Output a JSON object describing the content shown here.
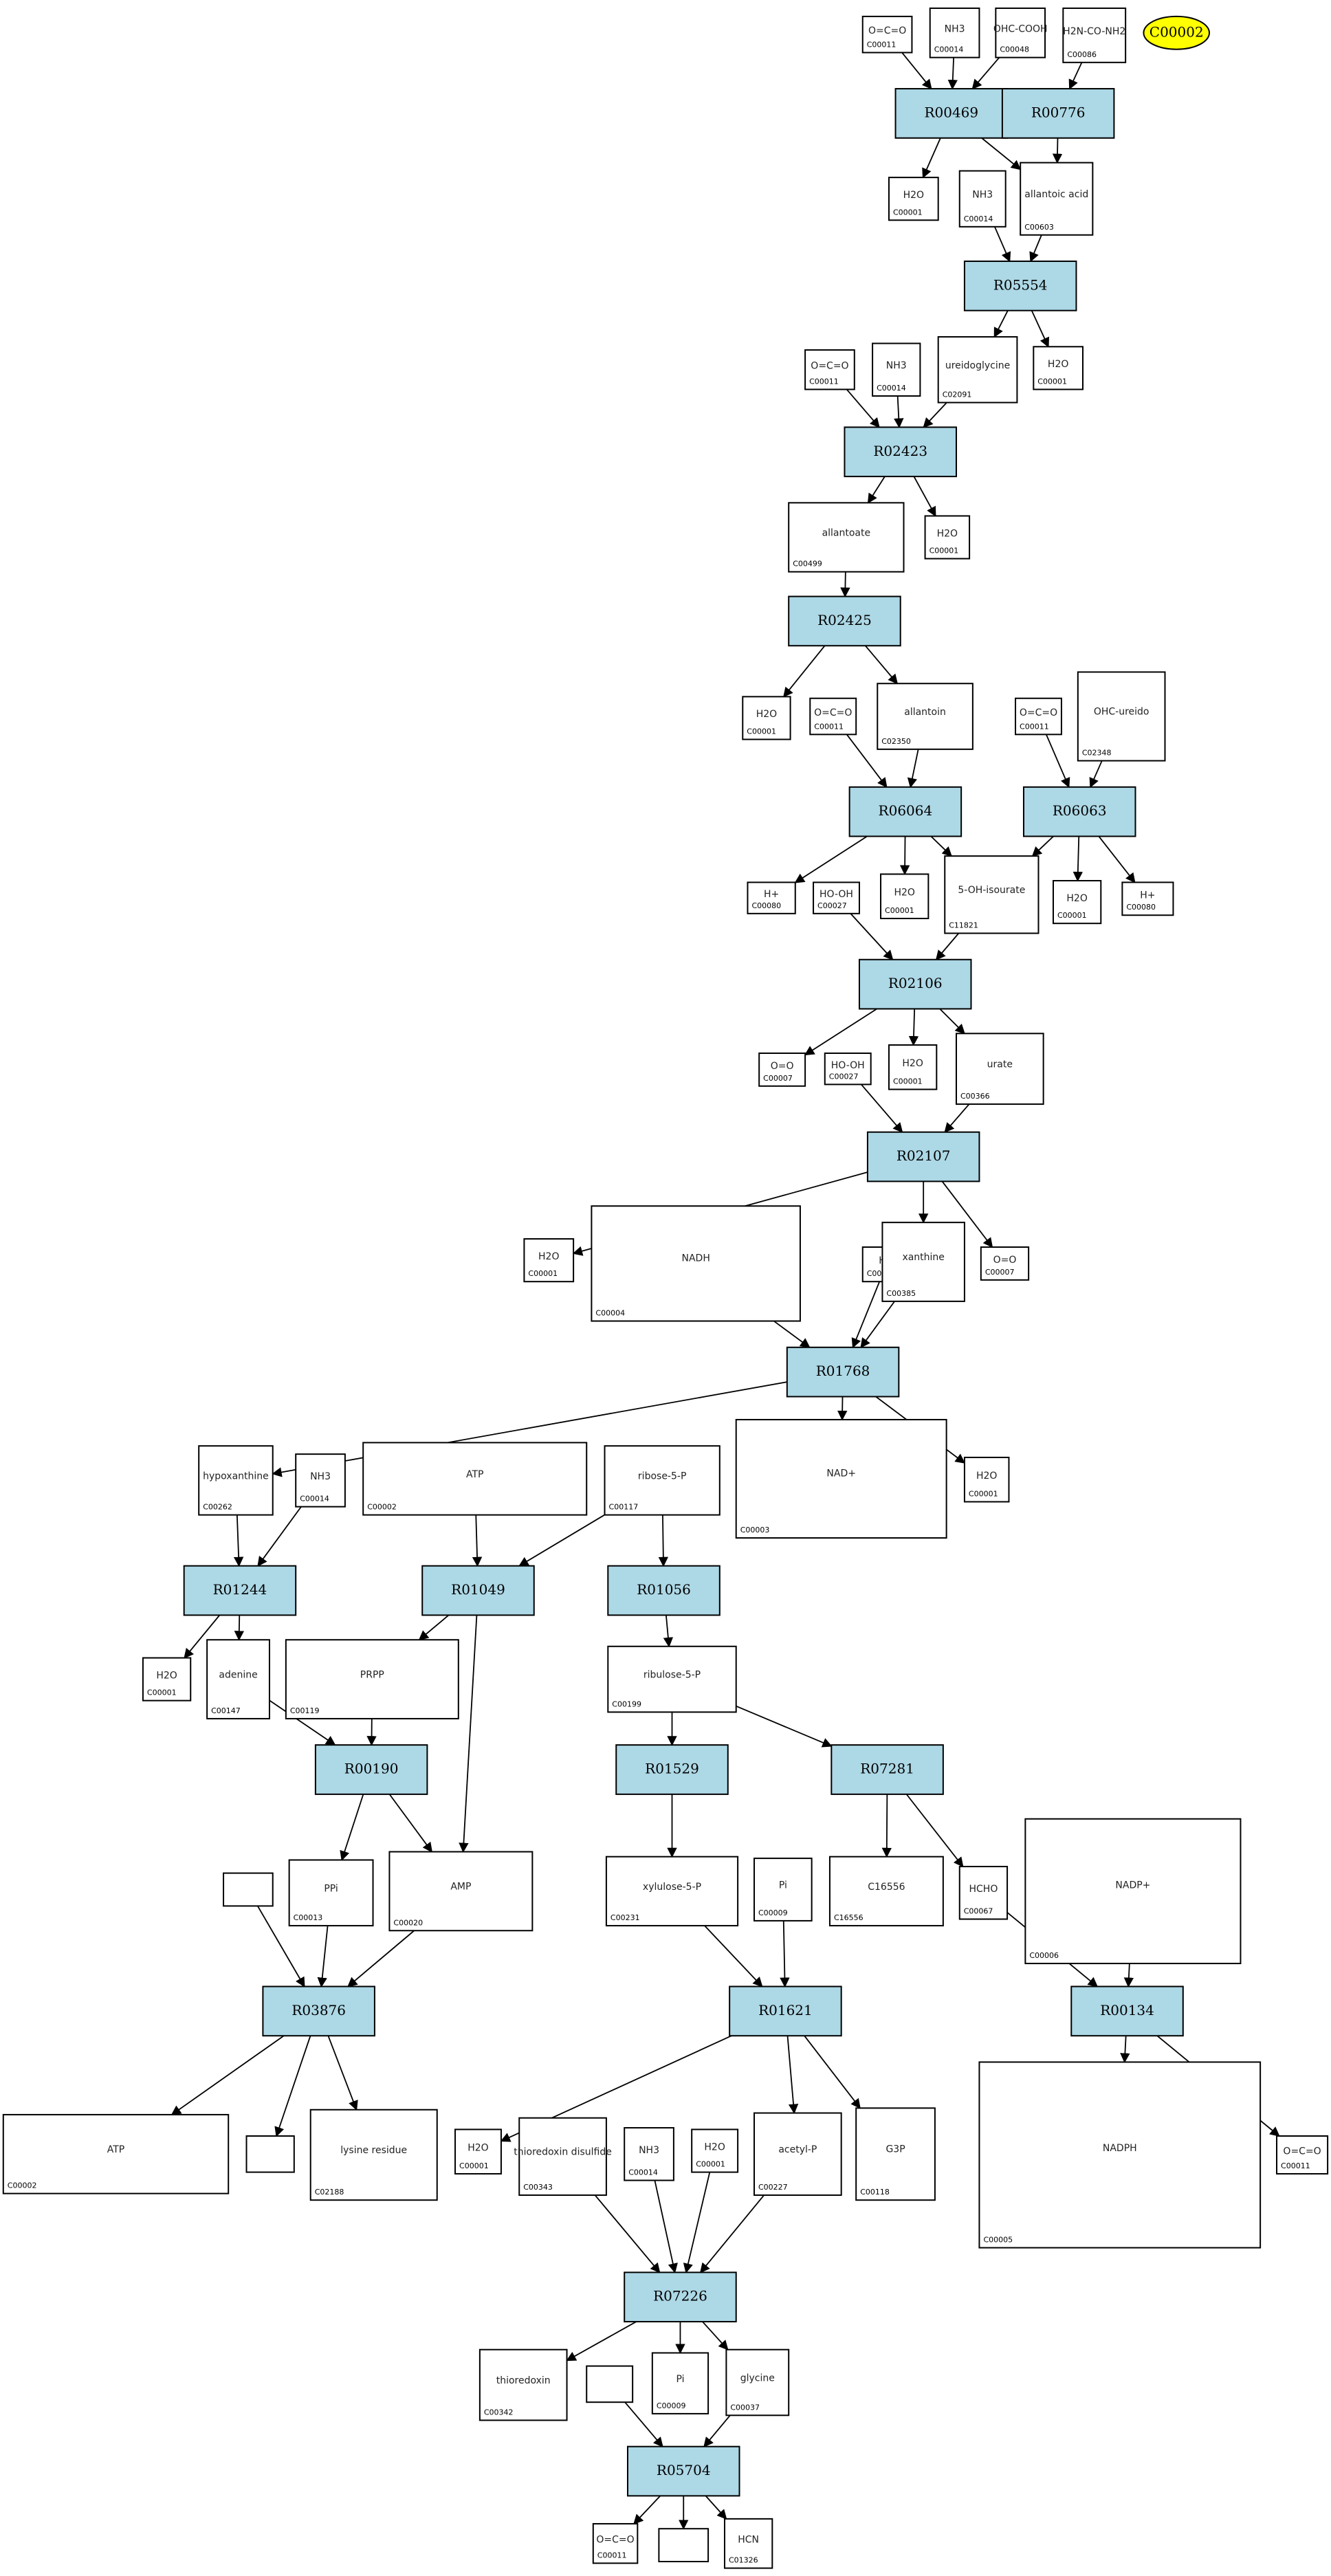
{
  "start_node": {
    "id": "C00002"
  },
  "reactions": [
    "R00469",
    "R00776",
    "R05554",
    "R02423",
    "R02425",
    "R06064",
    "R06063",
    "R02106",
    "R02107",
    "R01768",
    "R01244",
    "R01049",
    "R01056",
    "R00190",
    "R01529",
    "R07281",
    "R03876",
    "R01621",
    "R00134",
    "R07226",
    "R05704"
  ],
  "compounds": [
    {
      "key": "c1",
      "label": "C00011",
      "structure": "O=C=O"
    },
    {
      "key": "c2",
      "label": "C00014",
      "structure": "NH3"
    },
    {
      "key": "c3",
      "label": "C00048",
      "structure": "OHC-COOH"
    },
    {
      "key": "c4",
      "label": "C00086",
      "structure": "H2N-CO-NH2"
    },
    {
      "key": "c5",
      "label": "C00001",
      "structure": "H2O"
    },
    {
      "key": "c6",
      "label": "C00014",
      "structure": "NH3"
    },
    {
      "key": "c7",
      "label": "C00603",
      "structure": "allantoic acid"
    },
    {
      "key": "c8",
      "label": "C00011",
      "structure": "O=C=O"
    },
    {
      "key": "c9",
      "label": "C00014",
      "structure": "NH3"
    },
    {
      "key": "c10",
      "label": "C02091",
      "structure": "ureidoglycine"
    },
    {
      "key": "c11",
      "label": "C00001",
      "structure": "H2O"
    },
    {
      "key": "c12",
      "label": "C00499",
      "structure": "allantoate"
    },
    {
      "key": "c13",
      "label": "C00001",
      "structure": "H2O"
    },
    {
      "key": "c14",
      "label": "C00001",
      "structure": "H2O"
    },
    {
      "key": "c15",
      "label": "C00011",
      "structure": "O=C=O"
    },
    {
      "key": "c16",
      "label": "C02350",
      "structure": "allantoin"
    },
    {
      "key": "c17",
      "label": "C00011",
      "structure": "O=C=O"
    },
    {
      "key": "c18",
      "label": "C02348",
      "structure": "OHC-ureido"
    },
    {
      "key": "c19",
      "label": "C00080",
      "structure": "H+"
    },
    {
      "key": "c20",
      "label": "C00027",
      "structure": "HO-OH"
    },
    {
      "key": "c21",
      "label": "C00001",
      "structure": "H2O"
    },
    {
      "key": "c22",
      "label": "C11821",
      "structure": "5-OH-isourate"
    },
    {
      "key": "c23",
      "label": "C00001",
      "structure": "H2O"
    },
    {
      "key": "c24",
      "label": "C00080",
      "structure": "H+"
    },
    {
      "key": "c25",
      "label": "C00007",
      "structure": "O=O"
    },
    {
      "key": "c26",
      "label": "C00027",
      "structure": "HO-OH"
    },
    {
      "key": "c27",
      "label": "C00001",
      "structure": "H2O"
    },
    {
      "key": "c28",
      "label": "C00366",
      "structure": "urate"
    },
    {
      "key": "c29",
      "label": "C00001",
      "structure": "H2O"
    },
    {
      "key": "c30",
      "label": "C00004",
      "structure": "NADH"
    },
    {
      "key": "c31",
      "label": "C00080",
      "structure": "H+"
    },
    {
      "key": "c32",
      "label": "C00385",
      "structure": "xanthine"
    },
    {
      "key": "c33",
      "label": "C00007",
      "structure": "O=O"
    },
    {
      "key": "c34",
      "label": "C00262",
      "structure": "hypoxanthine"
    },
    {
      "key": "c35",
      "label": "C00014",
      "structure": "NH3"
    },
    {
      "key": "c36",
      "label": "C00002",
      "structure": "ATP"
    },
    {
      "key": "c37",
      "label": "C00117",
      "structure": "ribose-5-P"
    },
    {
      "key": "c38",
      "label": "C00003",
      "structure": "NAD+"
    },
    {
      "key": "c39",
      "label": "C00001",
      "structure": "H2O"
    },
    {
      "key": "c40",
      "label": "C00001",
      "structure": "H2O"
    },
    {
      "key": "c41",
      "label": "C00147",
      "structure": "adenine"
    },
    {
      "key": "c42",
      "label": "C00119",
      "structure": "PRPP"
    },
    {
      "key": "c43",
      "label": "C00199",
      "structure": "ribulose-5-P"
    },
    {
      "key": "c44",
      "label": "C00013",
      "structure": "PPi"
    },
    {
      "key": "c45",
      "label": "C00020",
      "structure": "AMP"
    },
    {
      "key": "c46",
      "label": "C00231",
      "structure": "xylulose-5-P"
    },
    {
      "key": "c47",
      "label": "C00009",
      "structure": "Pi"
    },
    {
      "key": "c48",
      "label": "C16556",
      "structure": "C16556"
    },
    {
      "key": "c49",
      "label": "C00067",
      "structure": "HCHO"
    },
    {
      "key": "c50",
      "label": "C00006",
      "structure": "NADP+"
    },
    {
      "key": "c51",
      "label": "",
      "structure": ""
    },
    {
      "key": "c52",
      "label": "C00002",
      "structure": "ATP"
    },
    {
      "key": "c53",
      "label": "",
      "structure": ""
    },
    {
      "key": "c54",
      "label": "C02188",
      "structure": "lysine residue"
    },
    {
      "key": "c55",
      "label": "C00001",
      "structure": "H2O"
    },
    {
      "key": "c56",
      "label": "C00343",
      "structure": "thioredoxin disulfide"
    },
    {
      "key": "c57",
      "label": "C00014",
      "structure": "NH3"
    },
    {
      "key": "c58",
      "label": "C00001",
      "structure": "H2O"
    },
    {
      "key": "c59",
      "label": "C00227",
      "structure": "acetyl-P"
    },
    {
      "key": "c60",
      "label": "C00118",
      "structure": "G3P"
    },
    {
      "key": "c61",
      "label": "C00005",
      "structure": "NADPH"
    },
    {
      "key": "c62",
      "label": "C00011",
      "structure": "O=C=O"
    },
    {
      "key": "c63",
      "label": "C00342",
      "structure": "thioredoxin"
    },
    {
      "key": "c64",
      "label": "",
      "structure": ""
    },
    {
      "key": "c65",
      "label": "C00009",
      "structure": "Pi"
    },
    {
      "key": "c66",
      "label": "C00037",
      "structure": "glycine"
    },
    {
      "key": "c67",
      "label": "C00011",
      "structure": "O=C=O"
    },
    {
      "key": "c68",
      "label": "",
      "structure": ""
    },
    {
      "key": "c69",
      "label": "C01326",
      "structure": "HCN"
    }
  ]
}
